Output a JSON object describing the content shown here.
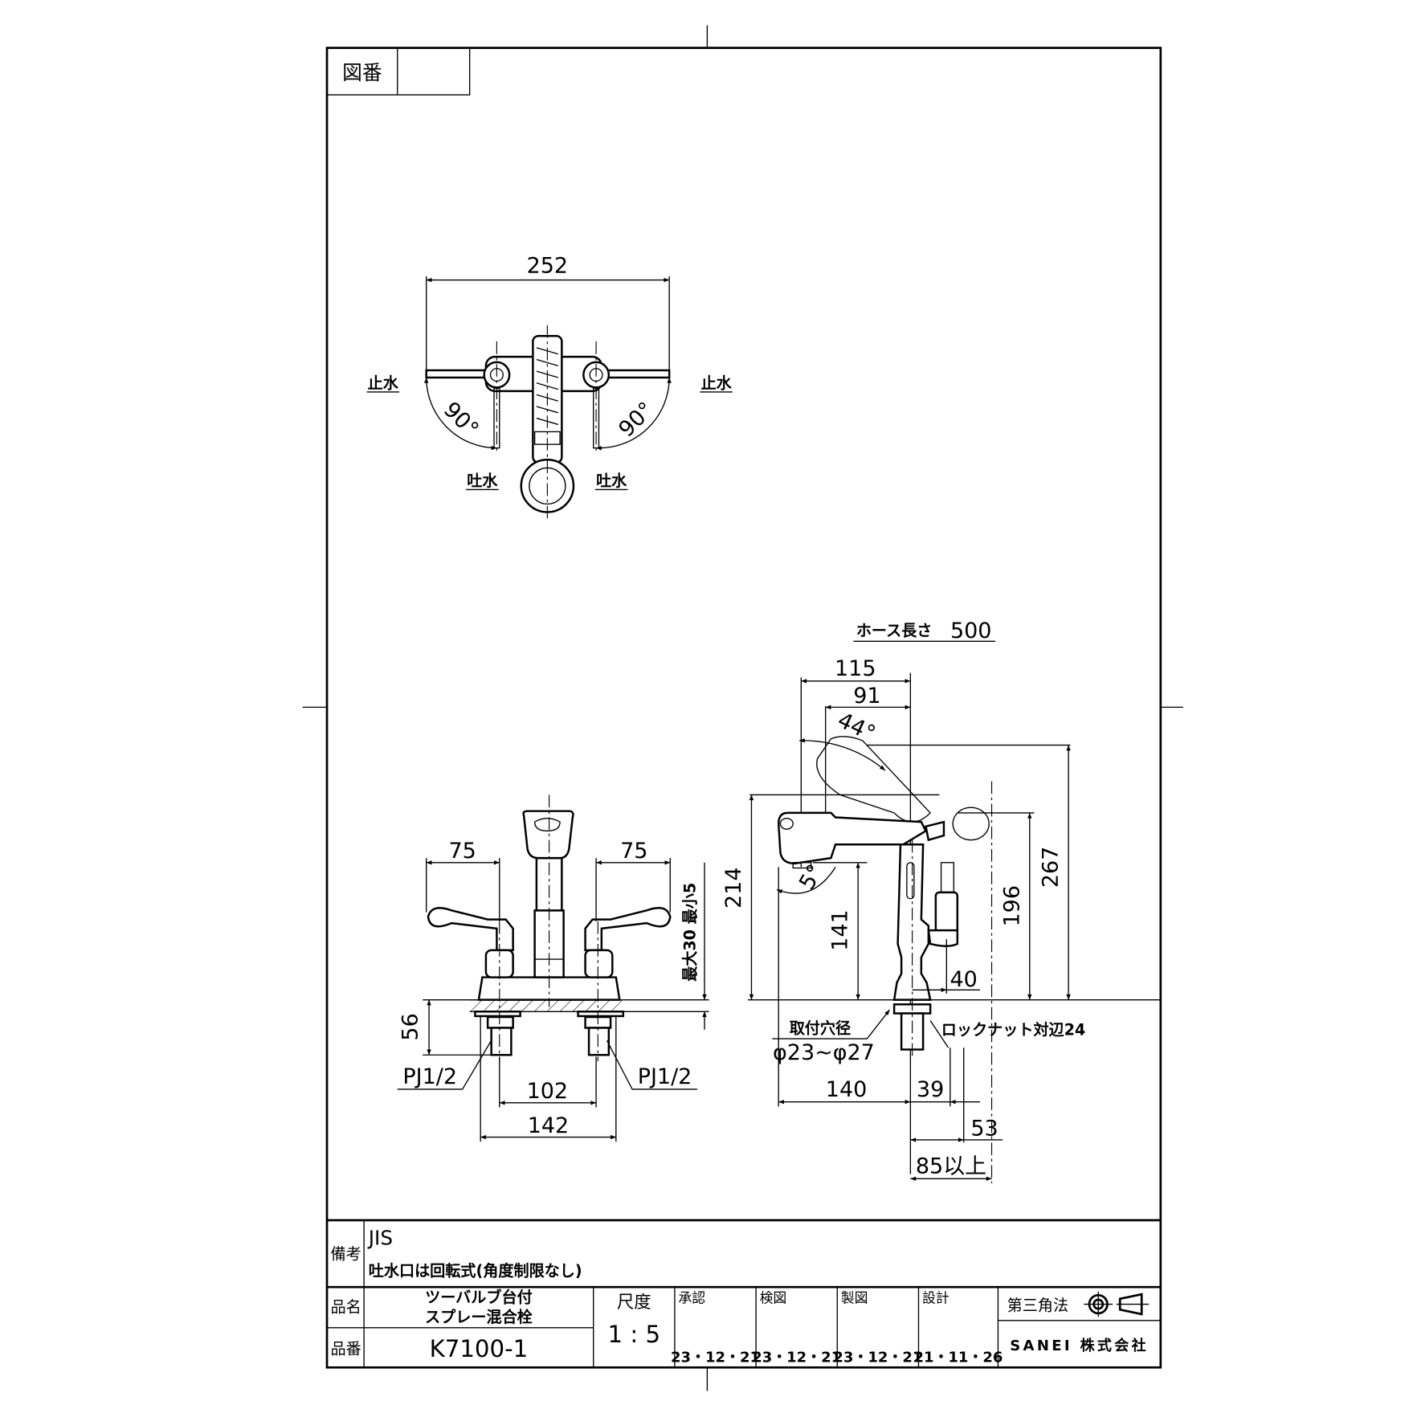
{
  "header": {
    "drawing_number_label": "図番",
    "drawing_number_value": ""
  },
  "top_view": {
    "width_dim": "252",
    "stop_left": "止水",
    "stop_right": "止水",
    "spout_left": "吐水",
    "spout_right": "吐水",
    "angle_left": "90°",
    "angle_right": "90°"
  },
  "front_view": {
    "handle_left_dim": "75",
    "handle_right_dim": "75",
    "deck_thickness": "最大30 最小5",
    "below_deck_dim": "56",
    "thread_left": "PJ1/2",
    "thread_right": "PJ1/2",
    "inner_spacing": "102",
    "outer_spacing": "142"
  },
  "side_view": {
    "hose_length_label": "ホース長さ",
    "hose_length": "500",
    "dim_115": "115",
    "dim_91": "91",
    "angle_44": "44°",
    "angle_5": "5°",
    "dim_214": "214",
    "dim_141": "141",
    "dim_196": "196",
    "dim_267": "267",
    "dim_40": "40",
    "mount_hole_label": "取付穴径",
    "mount_hole_value": "φ23~φ27",
    "locknut_label": "ロックナット対辺24",
    "dim_140": "140",
    "dim_39": "39",
    "dim_53": "53",
    "dim_85": "85以上"
  },
  "title_block": {
    "remarks_label": "備考",
    "remarks_line1": "JIS",
    "remarks_line2": "吐水口は回転式(角度制限なし)",
    "name_label": "品名",
    "name_line1": "ツーバルブ台付",
    "name_line2": "スプレー混合栓",
    "number_label": "品番",
    "number_value": "K7100-1",
    "scale_label": "尺度",
    "scale_value": "1 : 5",
    "approvals": [
      {
        "label": "承認",
        "date": "23・12・21"
      },
      {
        "label": "検図",
        "date": "23・12・21"
      },
      {
        "label": "製図",
        "date": "23・12・21"
      },
      {
        "label": "設計",
        "date": "21・11・26"
      }
    ],
    "projection_label": "第三角法",
    "company": "SANEI 株式会社"
  }
}
